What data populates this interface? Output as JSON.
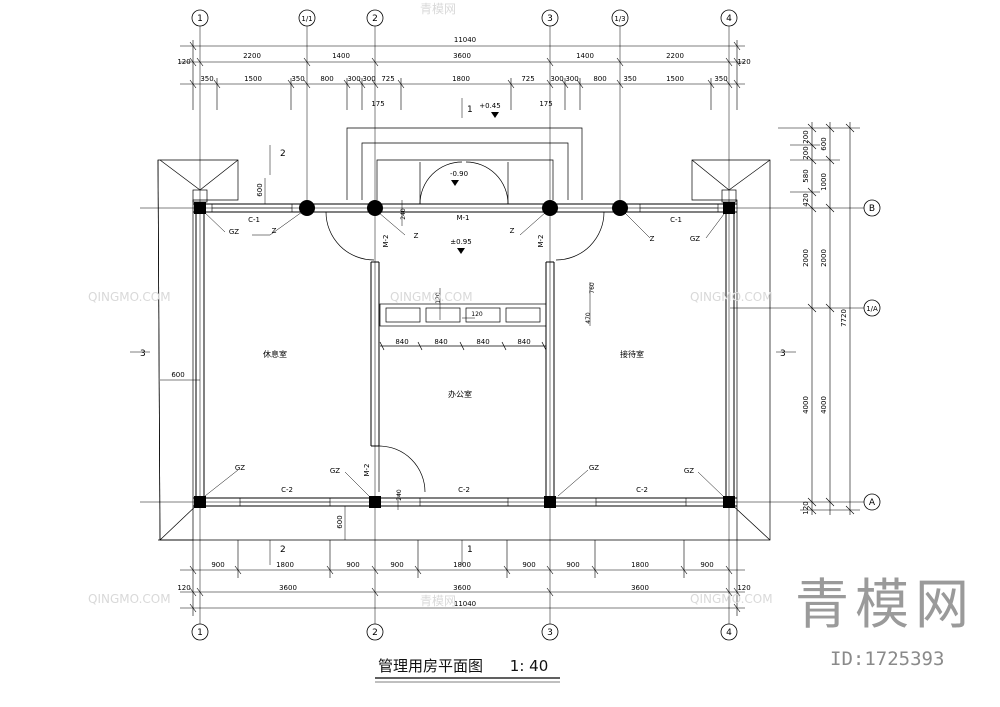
{
  "drawing": {
    "title": "管理用房平面图",
    "scale": "1: 40"
  },
  "axes": {
    "top": [
      "1",
      "1/1",
      "2",
      "3",
      "1/3",
      "4"
    ],
    "right": [
      "B",
      "1/A",
      "A"
    ]
  },
  "dims": {
    "overall": "11040",
    "top_row1": [
      "120",
      "2200",
      "1400",
      "3600",
      "1400",
      "2200",
      "120"
    ],
    "top_row2": [
      "350",
      "1500",
      "350",
      "800",
      "300",
      "300",
      "725",
      "1800",
      "725",
      "300",
      "300",
      "800",
      "350",
      "1500",
      "350"
    ],
    "bottom_row1": [
      "900",
      "1800",
      "900",
      "900",
      "1800",
      "900",
      "900",
      "1800",
      "900"
    ],
    "bottom_row2": [
      "120",
      "3600",
      "3600",
      "3600",
      "120"
    ],
    "right_col1": [
      "200",
      "200",
      "580",
      "420",
      "2000",
      "4000",
      "120"
    ],
    "right_col2": [
      "600",
      "1000",
      "2000",
      "4000"
    ],
    "right_total": "7720",
    "shelf": [
      "840",
      "840",
      "840",
      "840"
    ],
    "misc": [
      "175",
      "175",
      "600",
      "600",
      "600",
      "240",
      "240",
      "120",
      "120",
      "470",
      "760"
    ]
  },
  "rooms": {
    "left": "休息室",
    "center": "办公室",
    "right": "接待室"
  },
  "labels": {
    "window1": "C-1",
    "window2": "C-2",
    "main_door": "M-1",
    "door": "M-2",
    "column": "Z",
    "constructional_column": "GZ",
    "elev_outside": "+0.45",
    "elev_porch": "-0.90",
    "elev_inside": "±0.95",
    "section1": "1",
    "section2": "2",
    "section3": "3"
  },
  "watermark": {
    "brand": "青模网",
    "id": "ID:1725393",
    "tile": "QINGMO.COM",
    "tile_cn": "青模网"
  }
}
